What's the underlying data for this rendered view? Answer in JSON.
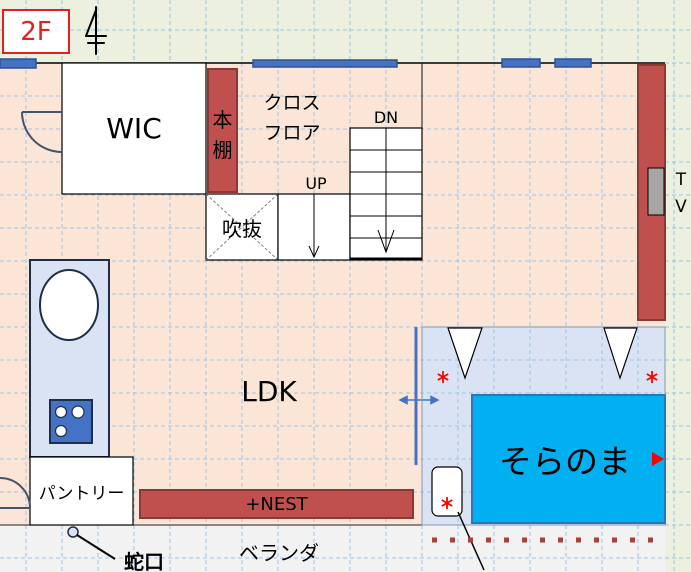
{
  "floor": {
    "label": "2F"
  },
  "rooms": {
    "wic": {
      "label": "WIC"
    },
    "bookshelf": {
      "label_top": "本",
      "label_bottom": "棚"
    },
    "cross_floor": {
      "line1": "クロス",
      "line2": "フロア"
    },
    "stairs_down": {
      "label": "DN"
    },
    "stairs_up": {
      "label": "UP"
    },
    "void": {
      "label": "吹抜"
    },
    "ldk": {
      "label": "LDK"
    },
    "pantry": {
      "label": "パントリー"
    },
    "nest": {
      "label": "+NEST"
    },
    "soranoma": {
      "label": "そらのま"
    },
    "tv": {
      "label_top": "T",
      "label_bottom": "V"
    },
    "veranda": {
      "label": "ベランダ"
    },
    "faucet": {
      "label": "蛇口"
    }
  },
  "symbols": {
    "north": "north-arrow-icon",
    "doors": "door-swing-icon",
    "markers": "asterisk-icon",
    "stove": "stove-icon"
  },
  "colors": {
    "outside": "#ebf1de",
    "floor": "#fbe5d6",
    "veranda": "#f2f2f2",
    "grid": "#9dc3e6",
    "area_blue": "#dae3f3",
    "soranoma": "#00b0f0",
    "furniture_red": "#c0504d",
    "window_blue": "#4472c4",
    "label_red": "#e61e1e",
    "marker_red": "#ff0000"
  }
}
